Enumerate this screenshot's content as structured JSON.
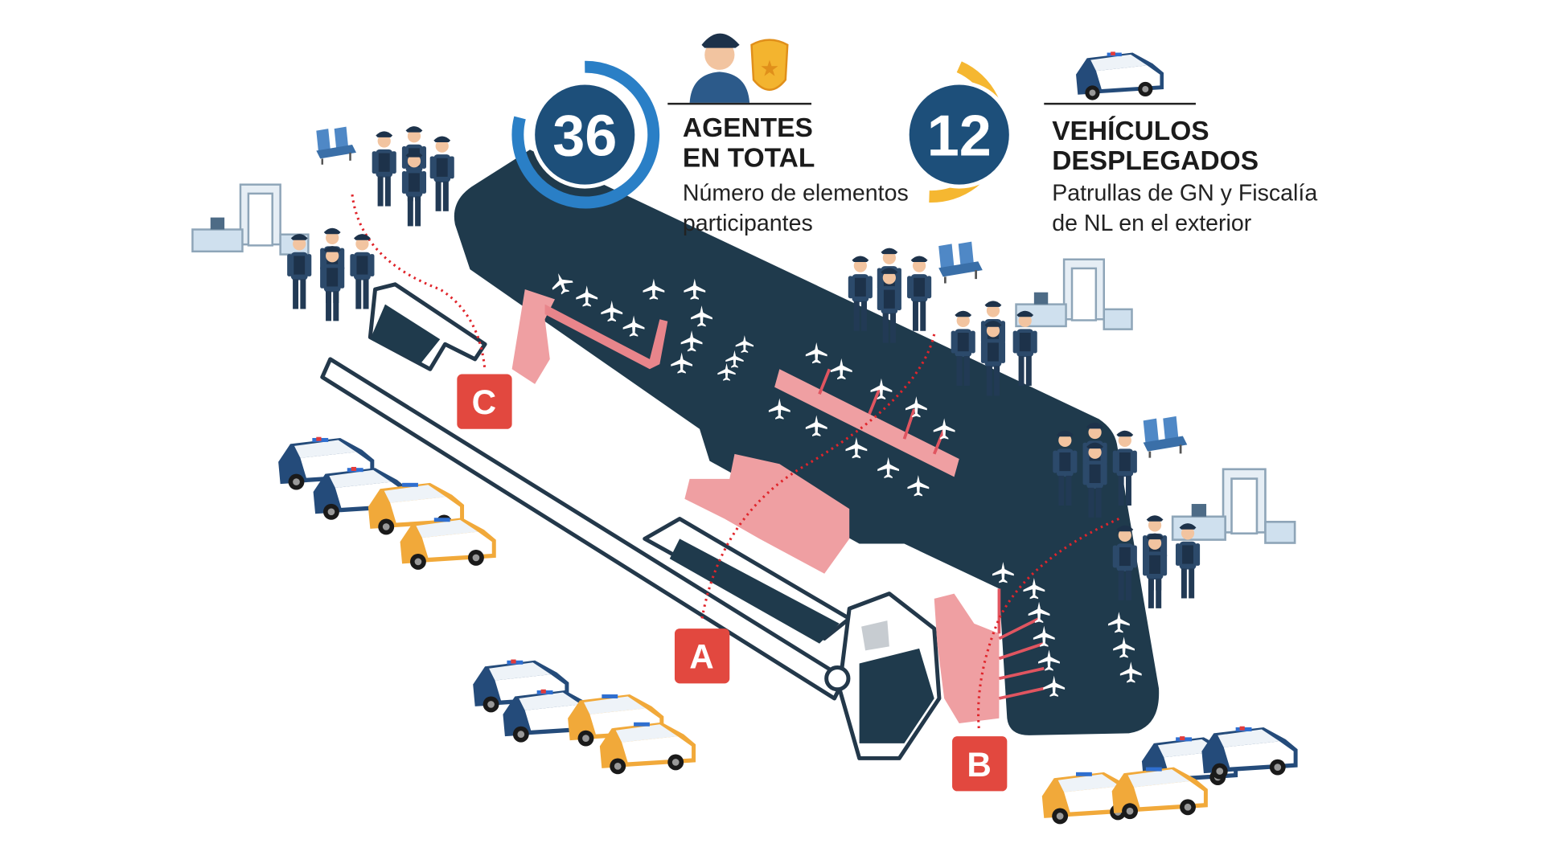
{
  "stats": [
    {
      "value": "36",
      "title_line1": "AGENTES",
      "title_line2": "EN TOTAL",
      "desc_line1": "Número de elementos",
      "desc_line2": "participantes",
      "ring_color": "#2a7fc6",
      "fill_color": "#1d4f7a",
      "icon": "police-officer-badge-icon"
    },
    {
      "value": "12",
      "title_line1": "VEHÍCULOS",
      "title_line2": "DESPLEGADOS",
      "desc_line1": "Patrullas de GN y Fiscalía",
      "desc_line2": "de NL en el exterior",
      "ring_color": "#f5b731",
      "fill_color": "#1d4f7a",
      "icon": "patrol-car-icon"
    }
  ],
  "markers": [
    {
      "label": "C"
    },
    {
      "label": "A"
    },
    {
      "label": "B"
    }
  ],
  "colors": {
    "terminal": "#1f3a4c",
    "zone": "#ef9fa2",
    "marker": "#e2483f",
    "path": "#e0252b"
  }
}
